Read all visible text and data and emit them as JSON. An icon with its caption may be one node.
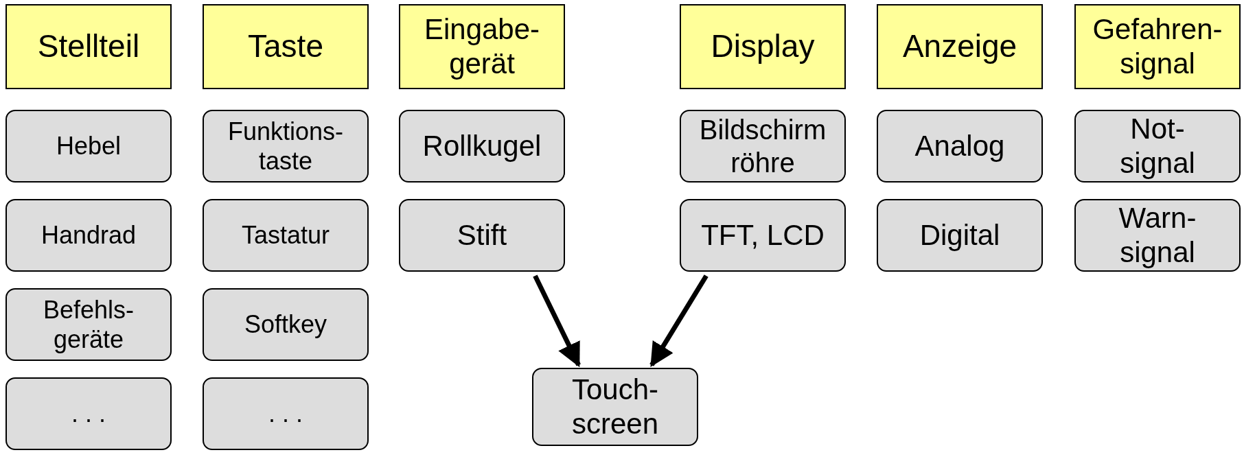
{
  "diagram": {
    "nodes": [
      {
        "text": [
          "Stellteil"
        ]
      },
      {
        "text": [
          "Taste"
        ]
      },
      {
        "text": [
          "Eingabe- gerät"
        ]
      },
      {
        "text": [
          "Display"
        ]
      },
      {
        "text": [
          "Anzeige"
        ]
      },
      {
        "text": [
          "Gefahren- signal"
        ]
      },
      {
        "text": [
          "Hebel"
        ]
      },
      {
        "text": [
          "Funktions- taste"
        ]
      },
      {
        "text": [
          "Rollkugel"
        ]
      },
      {
        "text": [
          "Bildschirm röhre"
        ]
      },
      {
        "text": [
          "Analog"
        ]
      },
      {
        "text": [
          "Not- signal"
        ]
      },
      {
        "text": [
          "Handrad"
        ]
      },
      {
        "text": [
          "Tastatur"
        ]
      },
      {
        "text": [
          "Stift"
        ]
      },
      {
        "text": [
          "TFT, LCD"
        ]
      },
      {
        "text": [
          "Digital"
        ]
      },
      {
        "text": [
          "Warn- signal"
        ]
      },
      {
        "text": [
          "Befehls- geräte"
        ]
      },
      {
        "text": [
          "Softkey"
        ]
      },
      {
        "text": [
          "Touch- screen"
        ]
      },
      {
        "text": [
          ". . ."
        ]
      },
      {
        "text": [
          ". . ."
        ]
      }
    ],
    "edges": [
      {
        "from": 14,
        "to": 20,
        "arrow": "to"
      },
      {
        "from": 15,
        "to": 20,
        "arrow": "to"
      }
    ]
  }
}
